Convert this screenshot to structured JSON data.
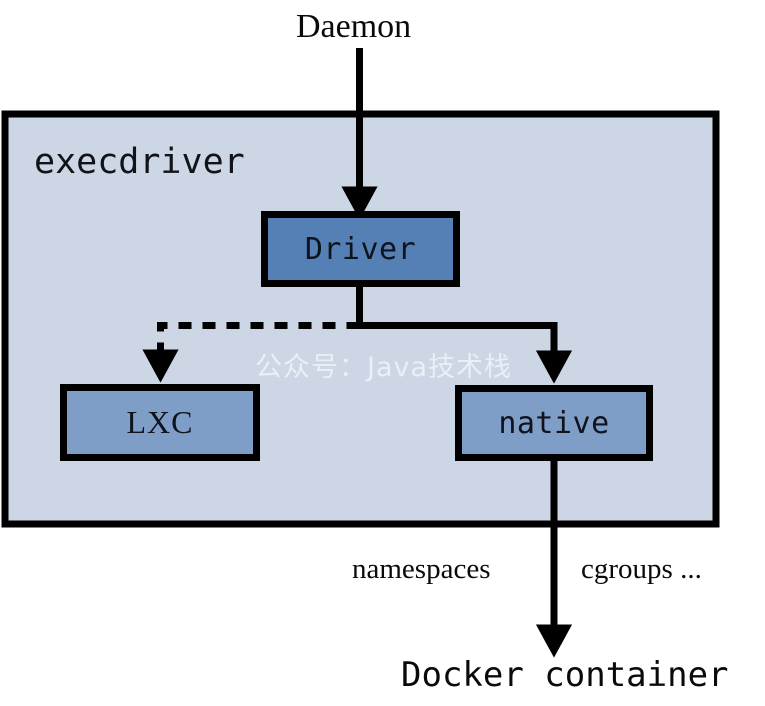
{
  "diagram": {
    "title": "execdriver",
    "type": "flow-diagram",
    "background_color": "#ffffff"
  },
  "colors": {
    "container_fill": "#ccd6e4",
    "container_stroke": "#000000",
    "driver_fill": "#5580b5",
    "leaf_fill": "#7e9ec8",
    "node_stroke": "#000000",
    "edge_stroke": "#000000",
    "text_color": "#0a0a0a",
    "watermark_color": "#eaeff7"
  },
  "nodes": {
    "daemon": {
      "label": "Daemon",
      "kind": "external-label"
    },
    "container": {
      "label": "execdriver",
      "kind": "group-box"
    },
    "driver": {
      "label": "Driver",
      "kind": "process-box"
    },
    "lxc": {
      "label": "LXC",
      "kind": "process-box"
    },
    "native": {
      "label": "native",
      "kind": "process-box"
    },
    "docker_container": {
      "label": "Docker container",
      "kind": "external-label"
    }
  },
  "edges": [
    {
      "from": "daemon",
      "to": "driver",
      "style": "solid",
      "arrow": true,
      "label": ""
    },
    {
      "from": "driver",
      "to": "lxc",
      "style": "dashed",
      "arrow": true,
      "label": ""
    },
    {
      "from": "driver",
      "to": "native",
      "style": "solid",
      "arrow": true,
      "label": ""
    },
    {
      "from": "native",
      "to": "docker_container",
      "style": "solid",
      "arrow": true,
      "label": "namespaces cgroups ..."
    }
  ],
  "edge_labels": {
    "namespaces": "namespaces",
    "cgroups": "cgroups ..."
  },
  "watermark": {
    "text": "公众号：Java技术栈"
  }
}
